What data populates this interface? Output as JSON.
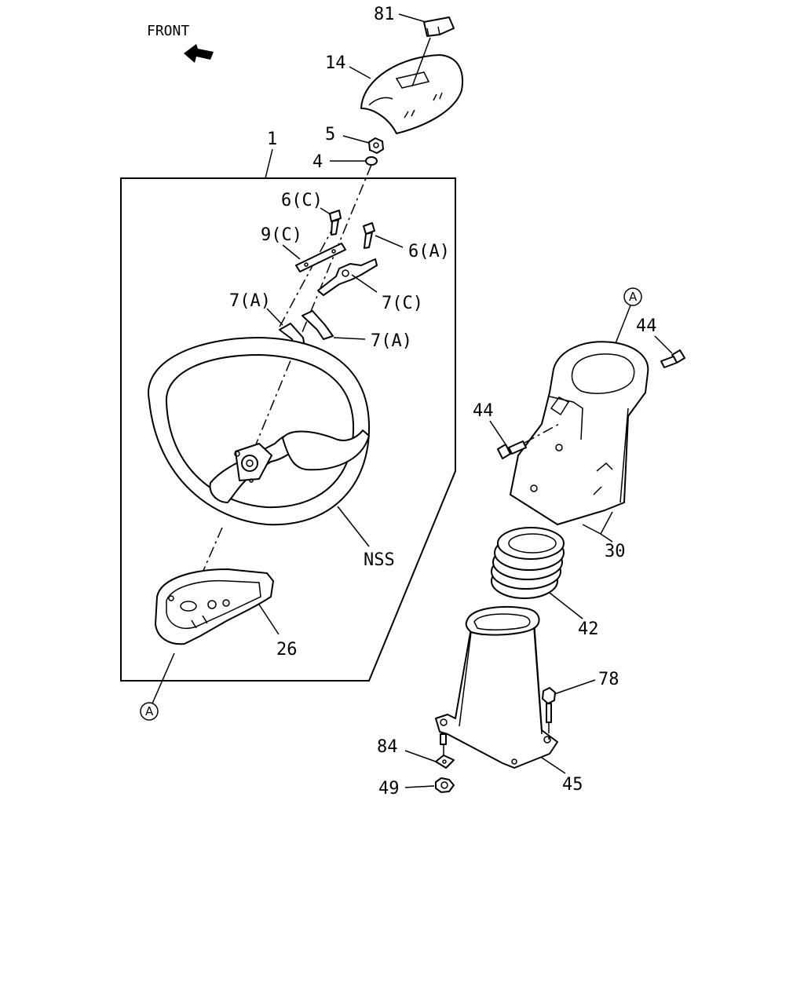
{
  "orientation": {
    "front_label": "FRONT"
  },
  "callouts": {
    "p81": "81",
    "p14": "14",
    "p5": "5",
    "p4": "4",
    "p1": "1",
    "p6c": "6(C)",
    "p9c": "9(C)",
    "p6a": "6(A)",
    "p7a_left": "7(A)",
    "p7c": "7(C)",
    "p7a_right": "7(A)",
    "pNSS": "NSS",
    "p26": "26",
    "pA_bottom": "A",
    "pA_top": "A",
    "p44_top": "44",
    "p44_left": "44",
    "p30": "30",
    "p42": "42",
    "p78": "78",
    "p84": "84",
    "p45": "45",
    "p49": "49"
  }
}
